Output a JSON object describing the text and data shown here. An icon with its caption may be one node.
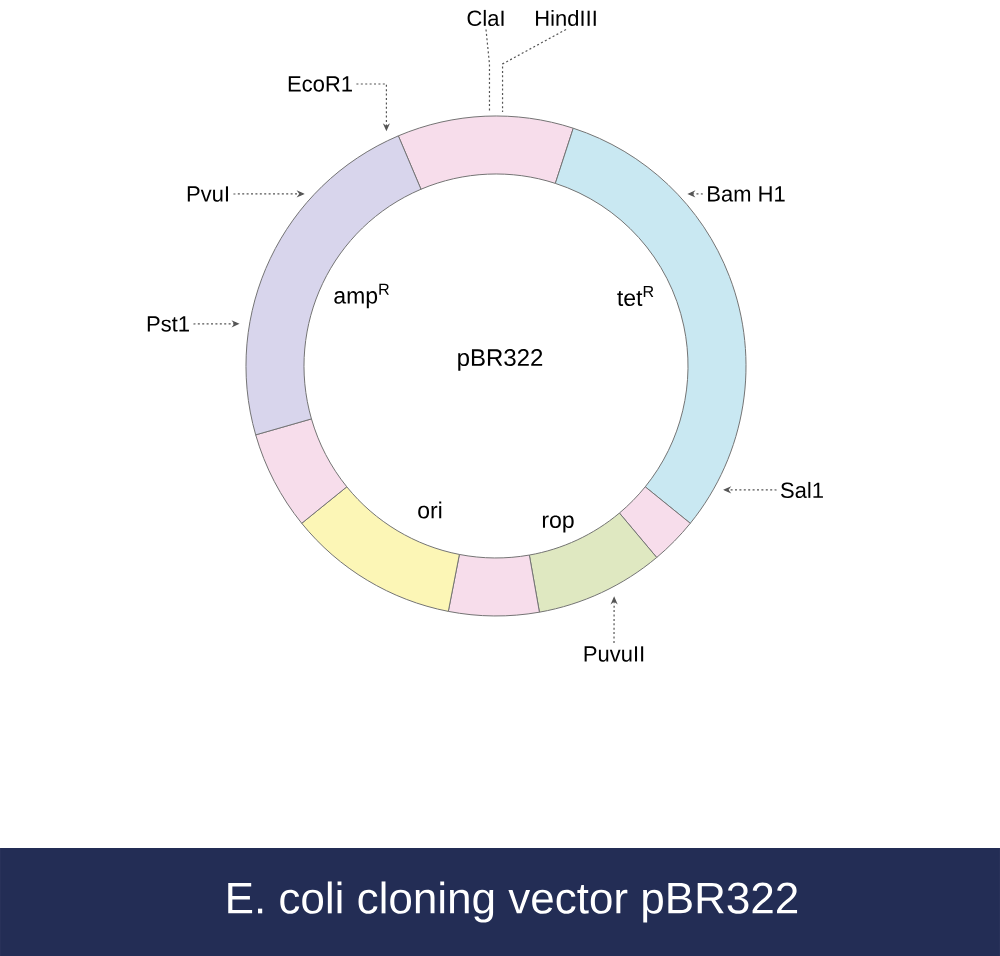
{
  "diagram": {
    "title": "E. coli cloning vector pBR322",
    "nodes": [
      {
        "text": [],
        "shape": "segment"
      },
      {
        "text": [],
        "shape": "segment",
        "beside": [
          "tet$^{R}$"
        ]
      },
      {
        "text": [],
        "shape": "segment"
      },
      {
        "text": [],
        "shape": "segment",
        "beside": [
          "rop"
        ]
      },
      {
        "text": [],
        "shape": "segment"
      },
      {
        "text": [],
        "shape": "segment",
        "beside": [
          "ori"
        ]
      },
      {
        "text": [],
        "shape": "segment"
      },
      {
        "text": [],
        "shape": "segment",
        "beside": [
          "amp$^{R}$"
        ]
      },
      {
        "text": [
          "ClaI"
        ]
      },
      {
        "text": [
          "HindIII"
        ]
      },
      {
        "text": [
          "EcoR1"
        ]
      },
      {
        "text": [
          "PvuI"
        ]
      },
      {
        "text": [
          "Bam H1"
        ]
      },
      {
        "text": [
          "Pst1"
        ]
      },
      {
        "text": [
          "Sal1"
        ]
      },
      {
        "text": [
          "PuvuII"
        ]
      }
    ],
    "edges": [
      {
        "from": 8,
        "to": 0,
        "arrow": "none",
        "style": "dashed"
      },
      {
        "from": 9,
        "to": 0,
        "arrow": "none",
        "style": "dashed"
      },
      {
        "from": 10,
        "to": 7,
        "arrow": "to",
        "style": "dashed"
      },
      {
        "from": 11,
        "to": 7,
        "arrow": "to",
        "style": "dashed"
      },
      {
        "from": 12,
        "to": 1,
        "arrow": "to",
        "style": "dashed"
      },
      {
        "from": 13,
        "to": 7,
        "arrow": "to",
        "style": "dashed"
      },
      {
        "from": 14,
        "to": 1,
        "arrow": "to",
        "style": "dashed"
      },
      {
        "from": 15,
        "to": 3,
        "arrow": "to",
        "style": "dashed"
      }
    ],
    "labels": [
      "pBR322"
    ]
  }
}
